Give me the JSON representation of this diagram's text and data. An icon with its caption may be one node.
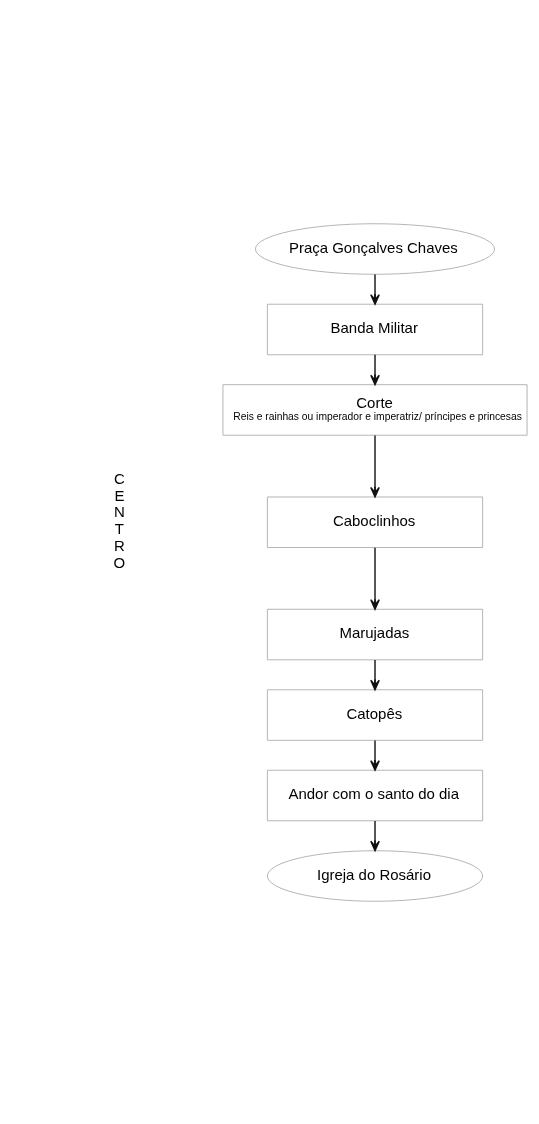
{
  "diagram": {
    "nodes": [
      {
        "text": [
          "Praça Gonçalves Chaves"
        ]
      },
      {
        "text": [
          "Banda Militar"
        ]
      },
      {
        "text": [
          "Corte",
          "Reis e rainhas ou imperador e imperatriz/ príncipes e princesas"
        ]
      },
      {
        "text": [
          "Caboclinhos"
        ]
      },
      {
        "text": [
          "Marujadas"
        ]
      },
      {
        "text": [
          "Catopês"
        ]
      },
      {
        "text": [
          "Andor com o santo do dia"
        ]
      },
      {
        "text": [
          "Igreja do Rosário"
        ]
      }
    ],
    "edges": [
      {
        "from": 0,
        "to": 1,
        "arrow": "to"
      },
      {
        "from": 1,
        "to": 2,
        "arrow": "to"
      },
      {
        "from": 2,
        "to": 3,
        "arrow": "to"
      },
      {
        "from": 3,
        "to": 4,
        "arrow": "to"
      },
      {
        "from": 4,
        "to": 5,
        "arrow": "to"
      },
      {
        "from": 5,
        "to": 6,
        "arrow": "to"
      },
      {
        "from": 6,
        "to": 7,
        "arrow": "to"
      }
    ],
    "labels": [
      "CENTRO"
    ]
  }
}
